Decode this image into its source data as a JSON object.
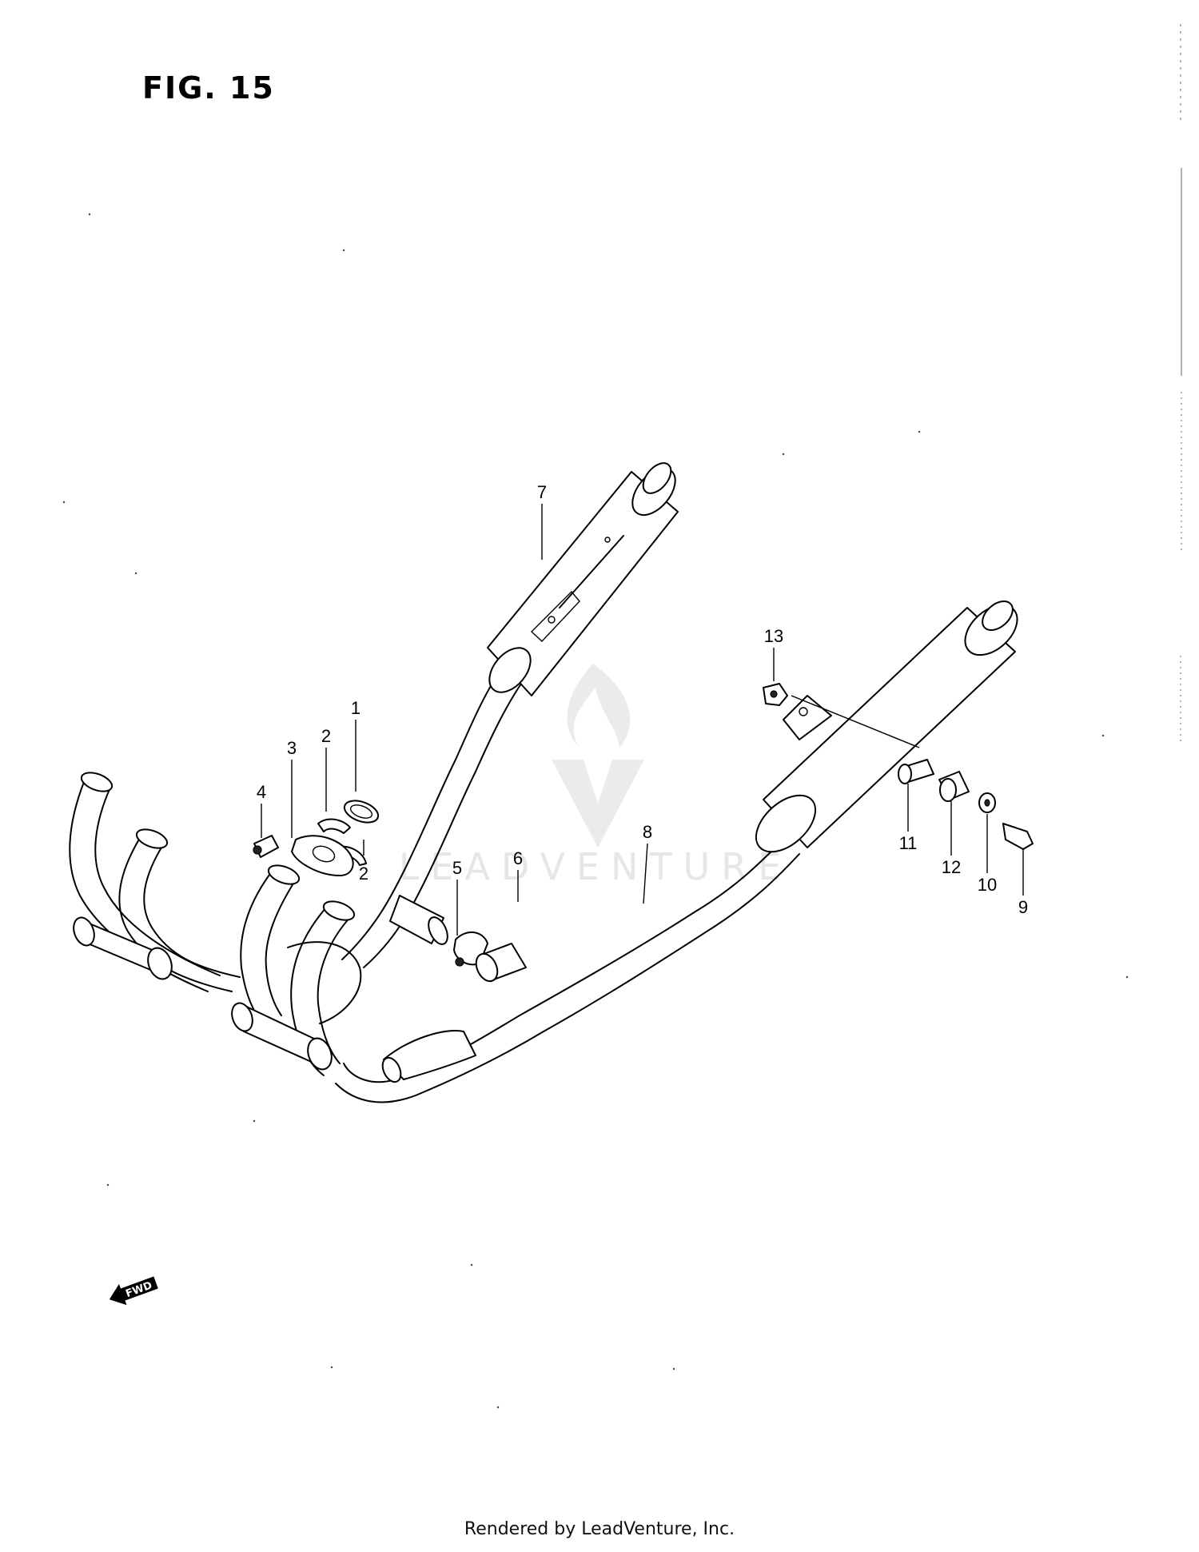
{
  "figure": {
    "title": "FIG. 15"
  },
  "callouts": [
    {
      "id": "1",
      "label": "1"
    },
    {
      "id": "2a",
      "label": "2"
    },
    {
      "id": "2b",
      "label": "2"
    },
    {
      "id": "3",
      "label": "3"
    },
    {
      "id": "4",
      "label": "4"
    },
    {
      "id": "5",
      "label": "5"
    },
    {
      "id": "6",
      "label": "6"
    },
    {
      "id": "7",
      "label": "7"
    },
    {
      "id": "8",
      "label": "8"
    },
    {
      "id": "9",
      "label": "9"
    },
    {
      "id": "10",
      "label": "10"
    },
    {
      "id": "11",
      "label": "11"
    },
    {
      "id": "12",
      "label": "12"
    },
    {
      "id": "13",
      "label": "13"
    }
  ],
  "direction_indicator": {
    "label": "FWD",
    "icon": "fwd-arrow-icon"
  },
  "watermark": {
    "text": "LEADVENTURE",
    "icon": "flame-v-logo-icon",
    "color": "#e6e6e6"
  },
  "footer": {
    "text": "Rendered by LeadVenture, Inc."
  }
}
